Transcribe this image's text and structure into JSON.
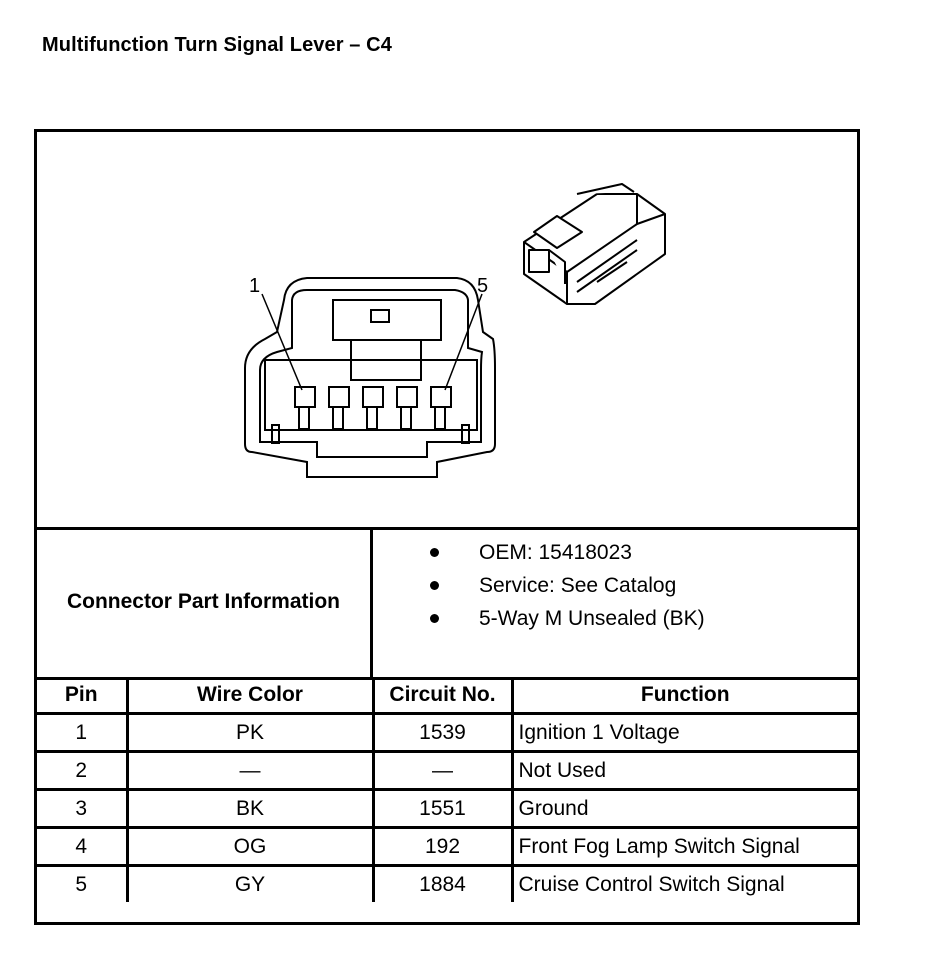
{
  "title": "Multifunction Turn Signal Lever – C4",
  "diagram": {
    "pin_first_label": "1",
    "pin_last_label": "5"
  },
  "connector_info": {
    "label": "Connector Part Information",
    "items": [
      "OEM: 15418023",
      "Service: See Catalog",
      "5-Way M Unsealed (BK)"
    ]
  },
  "table": {
    "headers": {
      "pin": "Pin",
      "wire_color": "Wire Color",
      "circuit": "Circuit No.",
      "function": "Function"
    },
    "rows": [
      {
        "pin": "1",
        "wire_color": "PK",
        "circuit": "1539",
        "function": "Ignition 1 Voltage"
      },
      {
        "pin": "2",
        "wire_color": "—",
        "circuit": "—",
        "function": "Not Used"
      },
      {
        "pin": "3",
        "wire_color": "BK",
        "circuit": "1551",
        "function": "Ground"
      },
      {
        "pin": "4",
        "wire_color": "OG",
        "circuit": "192",
        "function": "Front Fog Lamp Switch Signal"
      },
      {
        "pin": "5",
        "wire_color": "GY",
        "circuit": "1884",
        "function": "Cruise Control Switch Signal"
      }
    ]
  }
}
